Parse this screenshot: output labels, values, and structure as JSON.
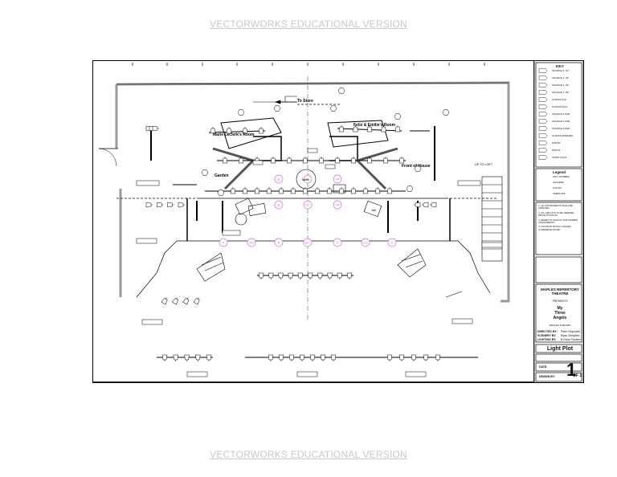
{
  "watermark": {
    "top": "VECTORWORKS EDUCATIONAL VERSION",
    "bottom": "VECTORWORKS EDUCATIONAL VERSION"
  },
  "plot": {
    "labels": {
      "to_store": "To Store",
      "marie_room": "Marie Leclerk's Room",
      "felix_room": "Felix & Emilie's Room",
      "garden": "Garden",
      "front_of_house": "Front of House",
      "up_to_loft": "UP TO LOFT",
      "table": "Table",
      "jail": "Jail"
    },
    "area_markers_row1": [
      "DL",
      "DC",
      "DR",
      "UC",
      "UL",
      "UR"
    ],
    "area_markers_row2": [
      "A",
      "A/B",
      "B",
      "B/C",
      "C",
      "C/D",
      "D"
    ]
  },
  "key": {
    "title": "KEY:",
    "items": [
      "SOURCE 4, 19°",
      "SOURCE 4, 26°",
      "SOURCE 4, 36°",
      "SOURCE 4, 50°",
      "ALTMAN 6x9",
      "ALTMAN 6x12",
      "SOURCE 4 PAR",
      "SOURCE 4 PAR",
      "SOURCE 4 PAR",
      "ALTMAN FRESNEL",
      "PAR 56",
      "PAR 64",
      "STRIP LIGHT"
    ],
    "legend_title": "Legend",
    "legend_items": [
      "UNIT NUMBER",
      "CHANNEL",
      "COLOR",
      "TEMPLATE"
    ]
  },
  "notes": {
    "lines": [
      "1. ALL INSTRUMENTS SHALL BE SAFETIED",
      "2. ALL CIRCUITS TO BE VERIFIED PRIOR TO FOCUS",
      "3. REFER TO HOOKUP FOR DIMMER ASSIGNMENTS",
      "4. COLOR BY ROSCO UNLESS OTHERWISE NOTED"
    ]
  },
  "title_block": {
    "theatre": "MAPLES REPERTORY THEATRE",
    "presents": "PRESENTS",
    "show_line1": "My",
    "show_line2": "Three",
    "show_line3": "Angels",
    "venue": "MAPLES THEATRE",
    "director_label": "DIRECTED BY:",
    "director": "Peter Reynolds",
    "scenery_label": "SCENERY BY:",
    "scenery": "Ryan Zerrgfeld",
    "lighting_label": "LIGHTING BY:",
    "lighting": "B Dean Paulsen",
    "sheet_title": "Light Plot",
    "date_label": "DATE:",
    "drawn_label": "DRAWN BY:",
    "sheet_number": "1",
    "sheet_of": "OF 1"
  },
  "colors": {
    "line": "#000000",
    "area_marker": "#d070d0",
    "watermark": "#c8c8c8"
  }
}
